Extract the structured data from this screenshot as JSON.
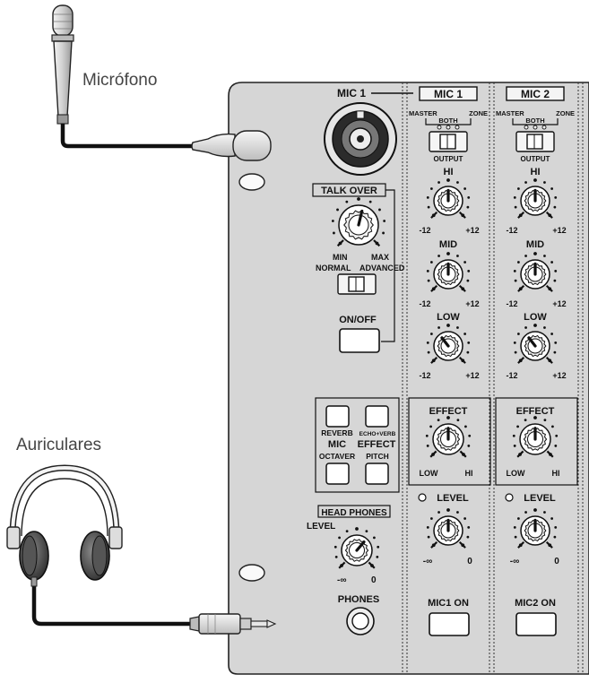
{
  "external": {
    "microphone_label": "Micrófono",
    "headphones_label": "Auriculares"
  },
  "panel": {
    "mic1_input_label": "MIC 1",
    "talk_over": {
      "title": "TALK OVER",
      "min": "MIN",
      "max": "MAX",
      "normal": "NORMAL",
      "advanced": "ADVANCED",
      "on_off": "ON/OFF"
    },
    "mic_effect": {
      "title_line1": "MIC",
      "title_line2": "EFFECT",
      "reverb": "REVERB",
      "echo_verb": "ECHO+VERB",
      "octaver": "OCTAVER",
      "pitch": "PITCH"
    },
    "head_phones": {
      "title": "HEAD PHONES",
      "level": "LEVEL",
      "min": "-∞",
      "max": "0",
      "phones": "PHONES"
    },
    "channels": [
      {
        "title": "MIC 1",
        "master": "MASTER",
        "zone": "ZONE",
        "both": "BOTH",
        "output": "OUTPUT",
        "hi": "HI",
        "mid": "MID",
        "low": "LOW",
        "eq_min": "-12",
        "eq_max": "+12",
        "effect": "EFFECT",
        "effect_low": "LOW",
        "effect_hi": "HI",
        "level": "LEVEL",
        "level_min": "-∞",
        "level_max": "0",
        "on_button": "MIC1 ON"
      },
      {
        "title": "MIC 2",
        "master": "MASTER",
        "zone": "ZONE",
        "both": "BOTH",
        "output": "OUTPUT",
        "hi": "HI",
        "mid": "MID",
        "low": "LOW",
        "eq_min": "-12",
        "eq_max": "+12",
        "effect": "EFFECT",
        "effect_low": "LOW",
        "effect_hi": "HI",
        "level": "LEVEL",
        "level_min": "-∞",
        "level_max": "0",
        "on_button": "MIC2 ON"
      }
    ]
  },
  "colors": {
    "panel": "#d6d6d6",
    "ink": "#111111"
  }
}
